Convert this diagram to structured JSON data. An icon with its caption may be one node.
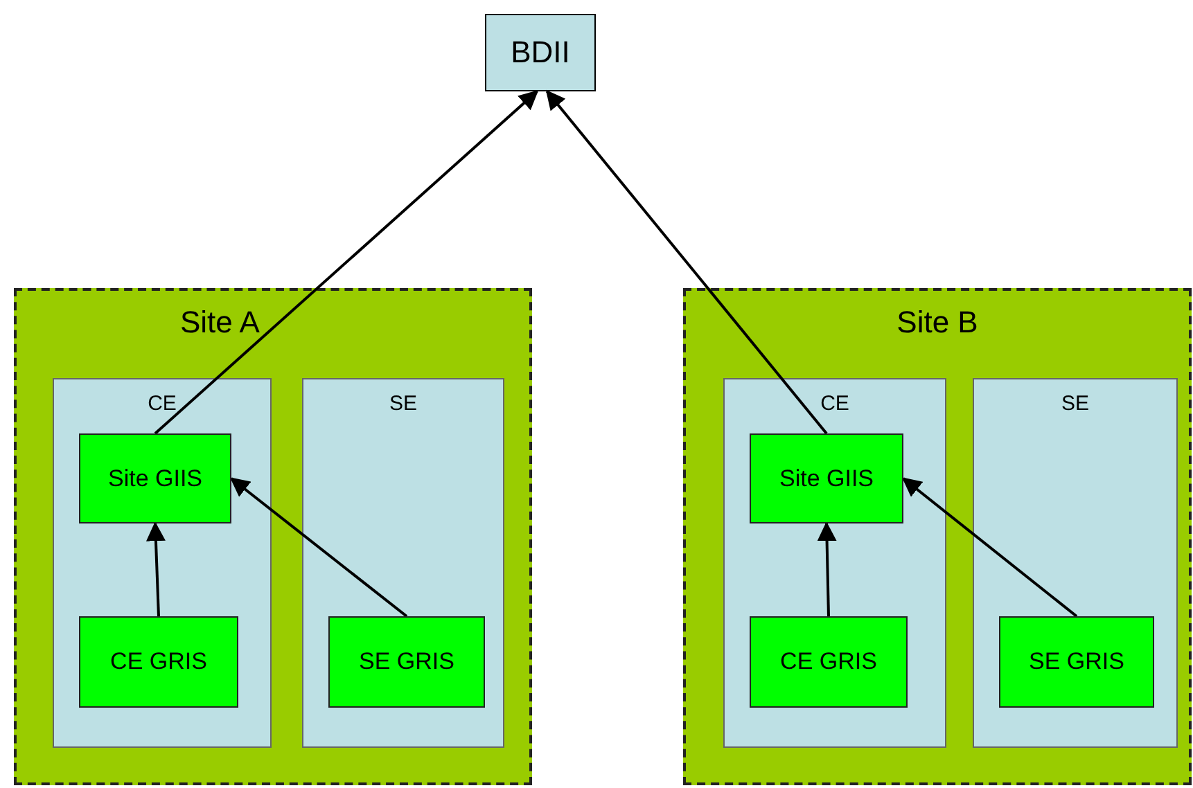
{
  "diagram": {
    "nodes": [
      {
        "text": [
          "BDII"
        ]
      },
      {
        "text": [
          "Site A"
        ]
      },
      {
        "text": [
          "CE"
        ],
        "in": 1
      },
      {
        "text": [
          "Site GIIS"
        ],
        "in": 2
      },
      {
        "text": [
          "CE GRIS"
        ],
        "in": 2
      },
      {
        "text": [
          "SE"
        ],
        "in": 1
      },
      {
        "text": [
          "SE GRIS"
        ],
        "in": 5
      },
      {
        "text": [
          "Site B"
        ]
      },
      {
        "text": [
          "CE"
        ],
        "in": 7
      },
      {
        "text": [
          "Site GIIS"
        ],
        "in": 8
      },
      {
        "text": [
          "CE GRIS"
        ],
        "in": 8
      },
      {
        "text": [
          "SE"
        ],
        "in": 7
      },
      {
        "text": [
          "SE GRIS"
        ],
        "in": 11
      }
    ],
    "edges": [
      {
        "from": 4,
        "to": 3,
        "arrow": "to"
      },
      {
        "from": 6,
        "to": 3,
        "arrow": "to"
      },
      {
        "from": 3,
        "to": 0,
        "arrow": "to"
      },
      {
        "from": 10,
        "to": 9,
        "arrow": "to"
      },
      {
        "from": 12,
        "to": 9,
        "arrow": "to"
      },
      {
        "from": 9,
        "to": 0,
        "arrow": "to"
      }
    ]
  }
}
